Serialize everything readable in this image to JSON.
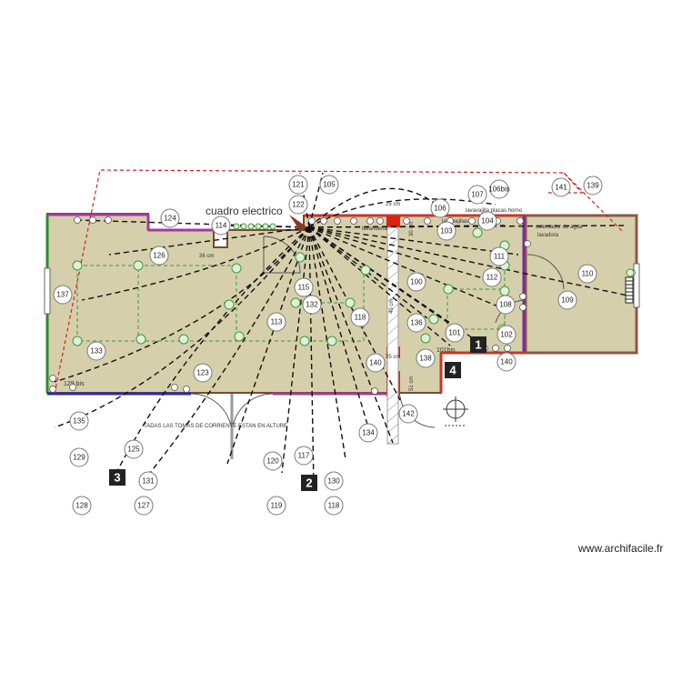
{
  "labels": {
    "panel": "cuadro electrico",
    "notice": "TADAS LAS TOMAS DE CORRIENTE ESTAN EN ALTURE",
    "lavavajillas": "lavavajillas",
    "lavanderia": "lavanderia",
    "lavavaj_placas_horno": "lavavajilla  placas  horno",
    "calentador": "calentador de agua",
    "lavadora": "lavadora",
    "dim_36": "36 cm",
    "dim_25a": "25 cm",
    "dim_25b": "25 cm",
    "dim_30": "30 cm",
    "dim_40": "40 cm",
    "dim_51": "51 cm",
    "dim_129bis": "129 bis",
    "dim_101bis": "101bis"
  },
  "watermark": "www.archifacile.fr",
  "circles": {
    "c121": "121",
    "c122": "122",
    "c105": "105",
    "c106": "106",
    "c107": "107",
    "c106bis": "106bis",
    "c141": "141",
    "c139": "139",
    "c124": "124",
    "c114": "114",
    "c104": "104",
    "c103": "103",
    "c126": "126",
    "c111": "111",
    "c110": "110",
    "c112": "112",
    "c137": "137",
    "c115": "115",
    "c132": "132",
    "c100": "100",
    "c108": "108",
    "c109": "109",
    "c113": "113",
    "c118": "118",
    "c136": "136",
    "c101": "101",
    "c102": "102",
    "c133": "133",
    "c138": "138",
    "c140a": "140",
    "c140b": "140",
    "c123": "123",
    "c142": "142",
    "c135": "135",
    "c134": "134",
    "c125": "125",
    "c129": "129",
    "c120": "120",
    "c117": "117",
    "c131": "131",
    "c130": "130",
    "c128": "128",
    "c127": "127",
    "c119": "119",
    "c118b": "118"
  },
  "badges": {
    "b1": "1",
    "b2": "2",
    "b3": "3",
    "b4": "4"
  }
}
